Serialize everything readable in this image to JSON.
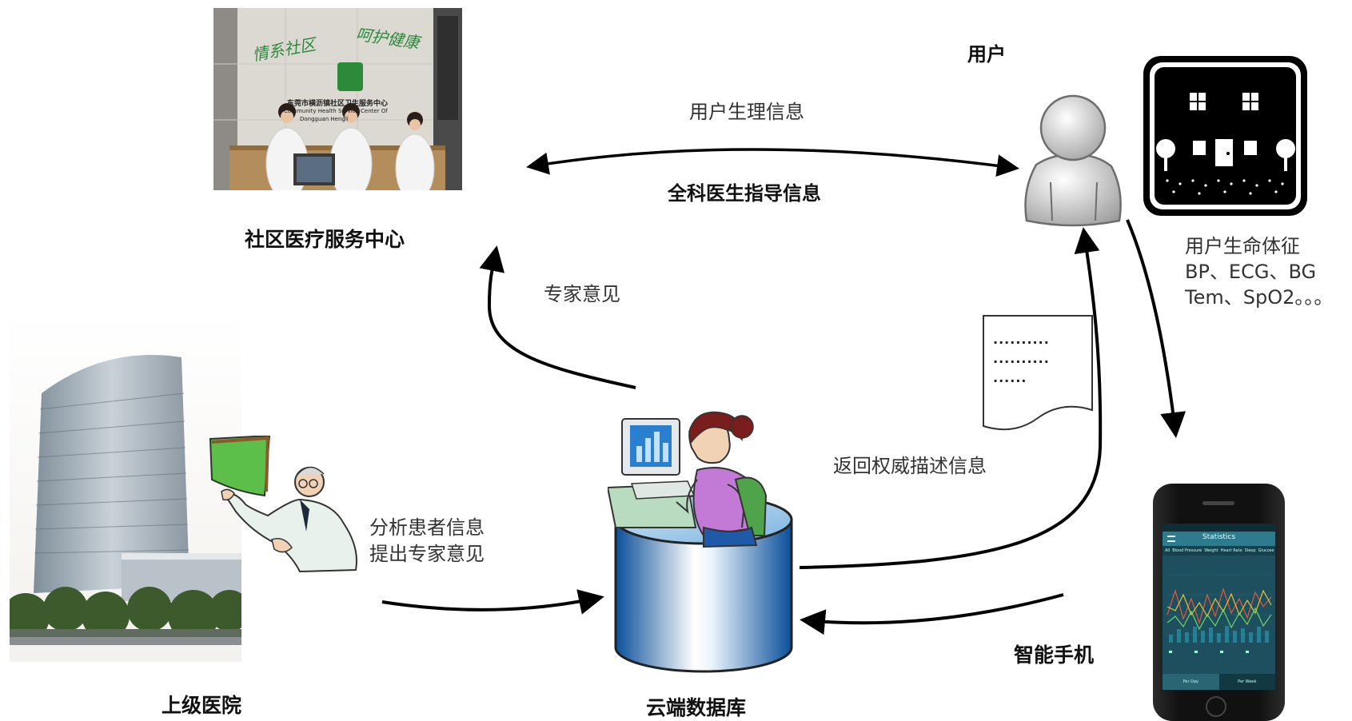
{
  "labels": {
    "community_center": "社区医疗服务中心",
    "superior_hospital": "上级医院",
    "cloud_database": "云端数据库",
    "user": "用户",
    "smartphone": "智能手机",
    "user_physio_info": "用户生理信息",
    "gp_guidance": "全科医生指导信息",
    "expert_opinion": "专家意见",
    "analyze_line1": "分析患者信息",
    "analyze_line2": "提出专家意见",
    "return_info": "返回权威描述信息",
    "vitals_line1": "用户生命体征",
    "vitals_line2": "BP、ECG、BG",
    "vitals_line3": "Tem、SpO2。。。"
  },
  "photo_sign": {
    "slogan1": "情系社区",
    "slogan2": "呵护健康",
    "sign_cn": "东莞市横沥镇社区卫生服务中心",
    "sign_en1": "Community Health Service Center Of",
    "sign_en2": "Dongguan Hengli"
  },
  "document_icon": {
    "lines": [
      "..........",
      "..........",
      "......"
    ]
  },
  "phone_screen": {
    "app_title": "Statistics",
    "tabs": [
      "All",
      "Blood Pressure",
      "Weight",
      "Heart Rate",
      "Sleep",
      "Glucose"
    ],
    "footer_left": "Per Day",
    "footer_right": "Per Week"
  },
  "colors": {
    "arrow": "#000000",
    "cylinder": "#2a78c8",
    "green_board": "#5cbf4a",
    "phone_chart_bg": "#1d4f5e"
  }
}
